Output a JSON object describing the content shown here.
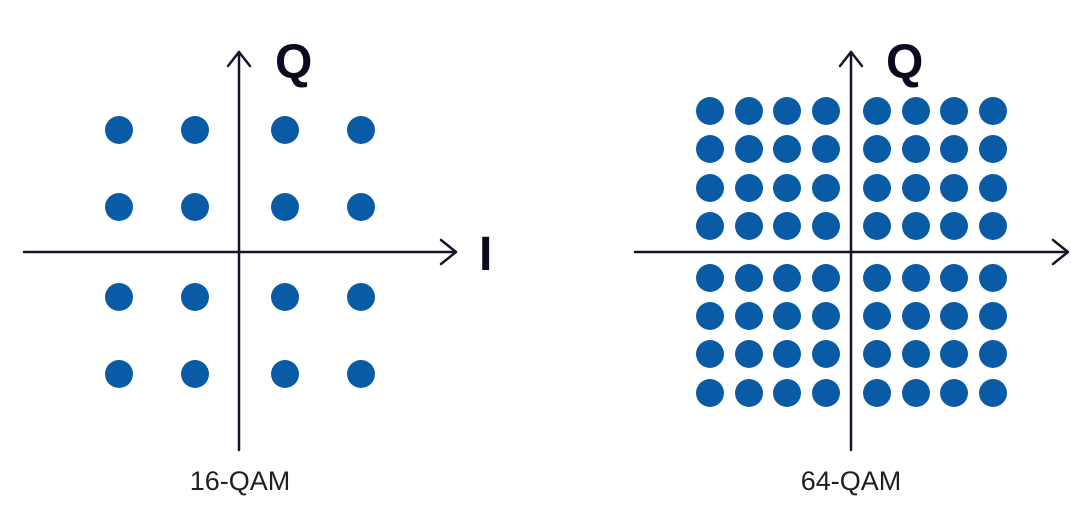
{
  "colors": {
    "point": "#0a5ba6",
    "axis": "#14142b"
  },
  "diagrams": [
    {
      "id": "qam16",
      "caption": "16-QAM",
      "q_label": "Q",
      "i_label": "I",
      "grid_size": 4
    },
    {
      "id": "qam64",
      "caption": "64-QAM",
      "q_label": "Q",
      "i_label": "",
      "grid_size": 8
    }
  ]
}
